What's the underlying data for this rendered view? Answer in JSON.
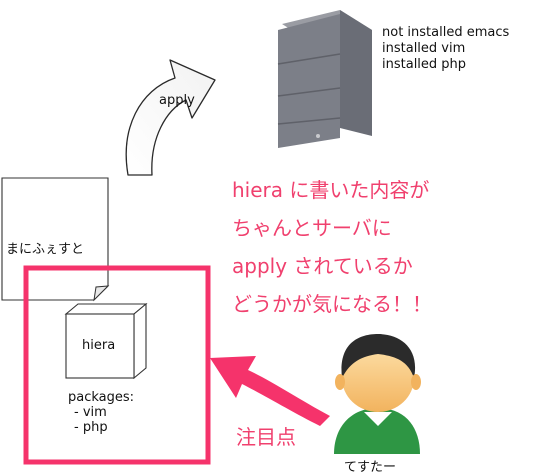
{
  "diagram": {
    "apply_arrow_label": "apply",
    "server_notes": [
      "not installed emacs",
      "installed vim",
      "installed php"
    ],
    "manifest_label": "まにふぇすと",
    "hiera_label": "hiera",
    "packages": {
      "title": "packages:",
      "items": [
        "- vim",
        "- php"
      ]
    },
    "comment_lines": [
      "hiera に書いた内容が",
      "ちゃんとサーバに",
      "apply されているか",
      "どうかが気になる！！"
    ],
    "focus_label": "注目点",
    "tester_label": "てすたー"
  },
  "colors": {
    "highlight": "#f5336b",
    "comment_text": "#f0406e",
    "server": "#6a6d76",
    "person_shirt": "#2e9644",
    "person_skin": "#f6c27a",
    "person_hair": "#2b2b2b"
  }
}
